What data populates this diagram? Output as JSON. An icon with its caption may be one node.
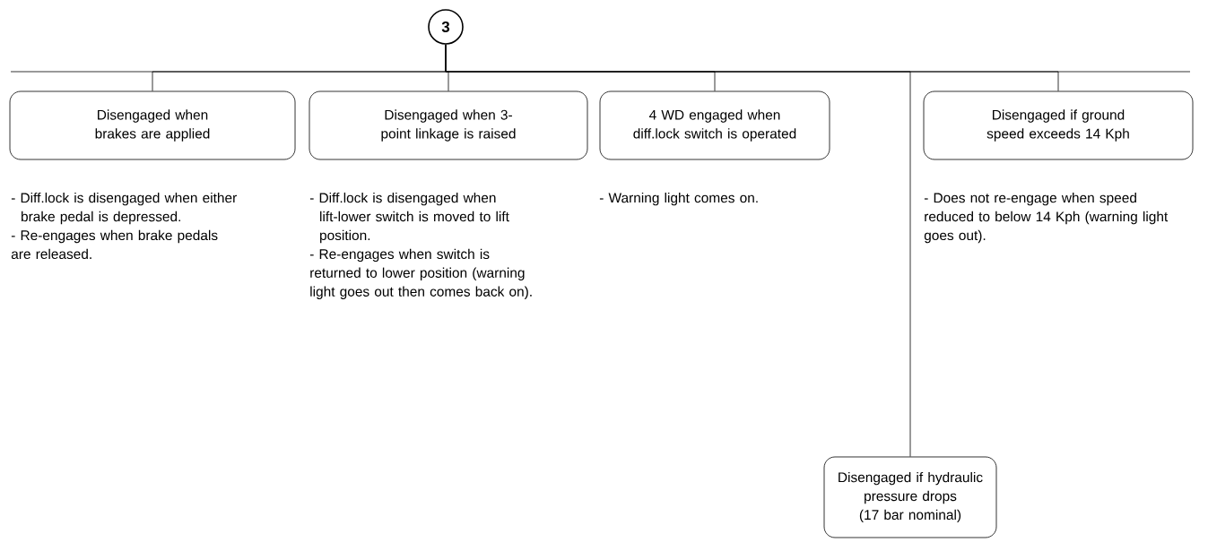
{
  "diagram": {
    "nodes": [
      {
        "text": [
          "3"
        ]
      },
      {
        "text": [
          "Disengaged when brakes are applied"
        ],
        "beside": [
          "- Diff.lock is disengaged when either brake pedal is depressed.",
          "- Re-engages when brake pedals are released."
        ]
      },
      {
        "text": [
          "Disengaged when 3-point linkage is raised"
        ],
        "beside": [
          "- Diff.lock is disengaged when lift-lower switch is moved to lift position.",
          "- Re-engages when switch is returned to lower position (warning light goes out then comes back on)."
        ]
      },
      {
        "text": [
          "4 WD engaged when diff.lock switch is operated"
        ],
        "beside": [
          "- Warning light comes on."
        ]
      },
      {
        "text": [
          "Disengaged if ground speed exceeds 14 Kph"
        ],
        "beside": [
          "- Does not re-engage when speed reduced to below 14 Kph (warning light goes out)."
        ]
      },
      {
        "text": [
          "Disengaged if hydraulic pressure drops (17 bar nominal)"
        ]
      }
    ],
    "edges": [
      {
        "from": 0,
        "to": 1,
        "arrow": "none"
      },
      {
        "from": 0,
        "to": 2,
        "arrow": "none"
      },
      {
        "from": 0,
        "to": 3,
        "arrow": "none"
      },
      {
        "from": 0,
        "to": 5,
        "arrow": "none"
      },
      {
        "from": 0,
        "to": 4,
        "arrow": "none"
      }
    ]
  }
}
